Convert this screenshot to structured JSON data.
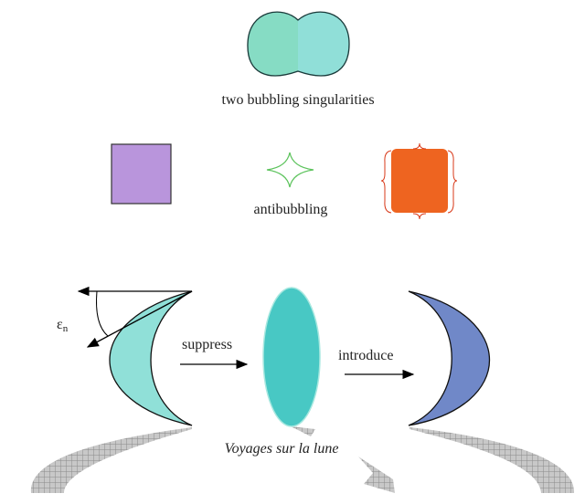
{
  "labels": {
    "bubbling": "two bubbling singularities",
    "antibubbling": "antibubbling",
    "suppress": "suppress",
    "introduce": "introduce",
    "epsilon": "ε",
    "epsilon_sub": "n",
    "caption": "Voyages sur la lune"
  },
  "colors": {
    "bubble_left": "#86dcc4",
    "bubble_right": "#90dfd8",
    "purple": "#b995dc",
    "star": "#5cc35c",
    "orange": "#ee6420",
    "crescent_left": "#90e0d8",
    "ellipse": "#48c8c4",
    "crescent_right": "#7088c8",
    "shadow": "#a8a8a8"
  }
}
